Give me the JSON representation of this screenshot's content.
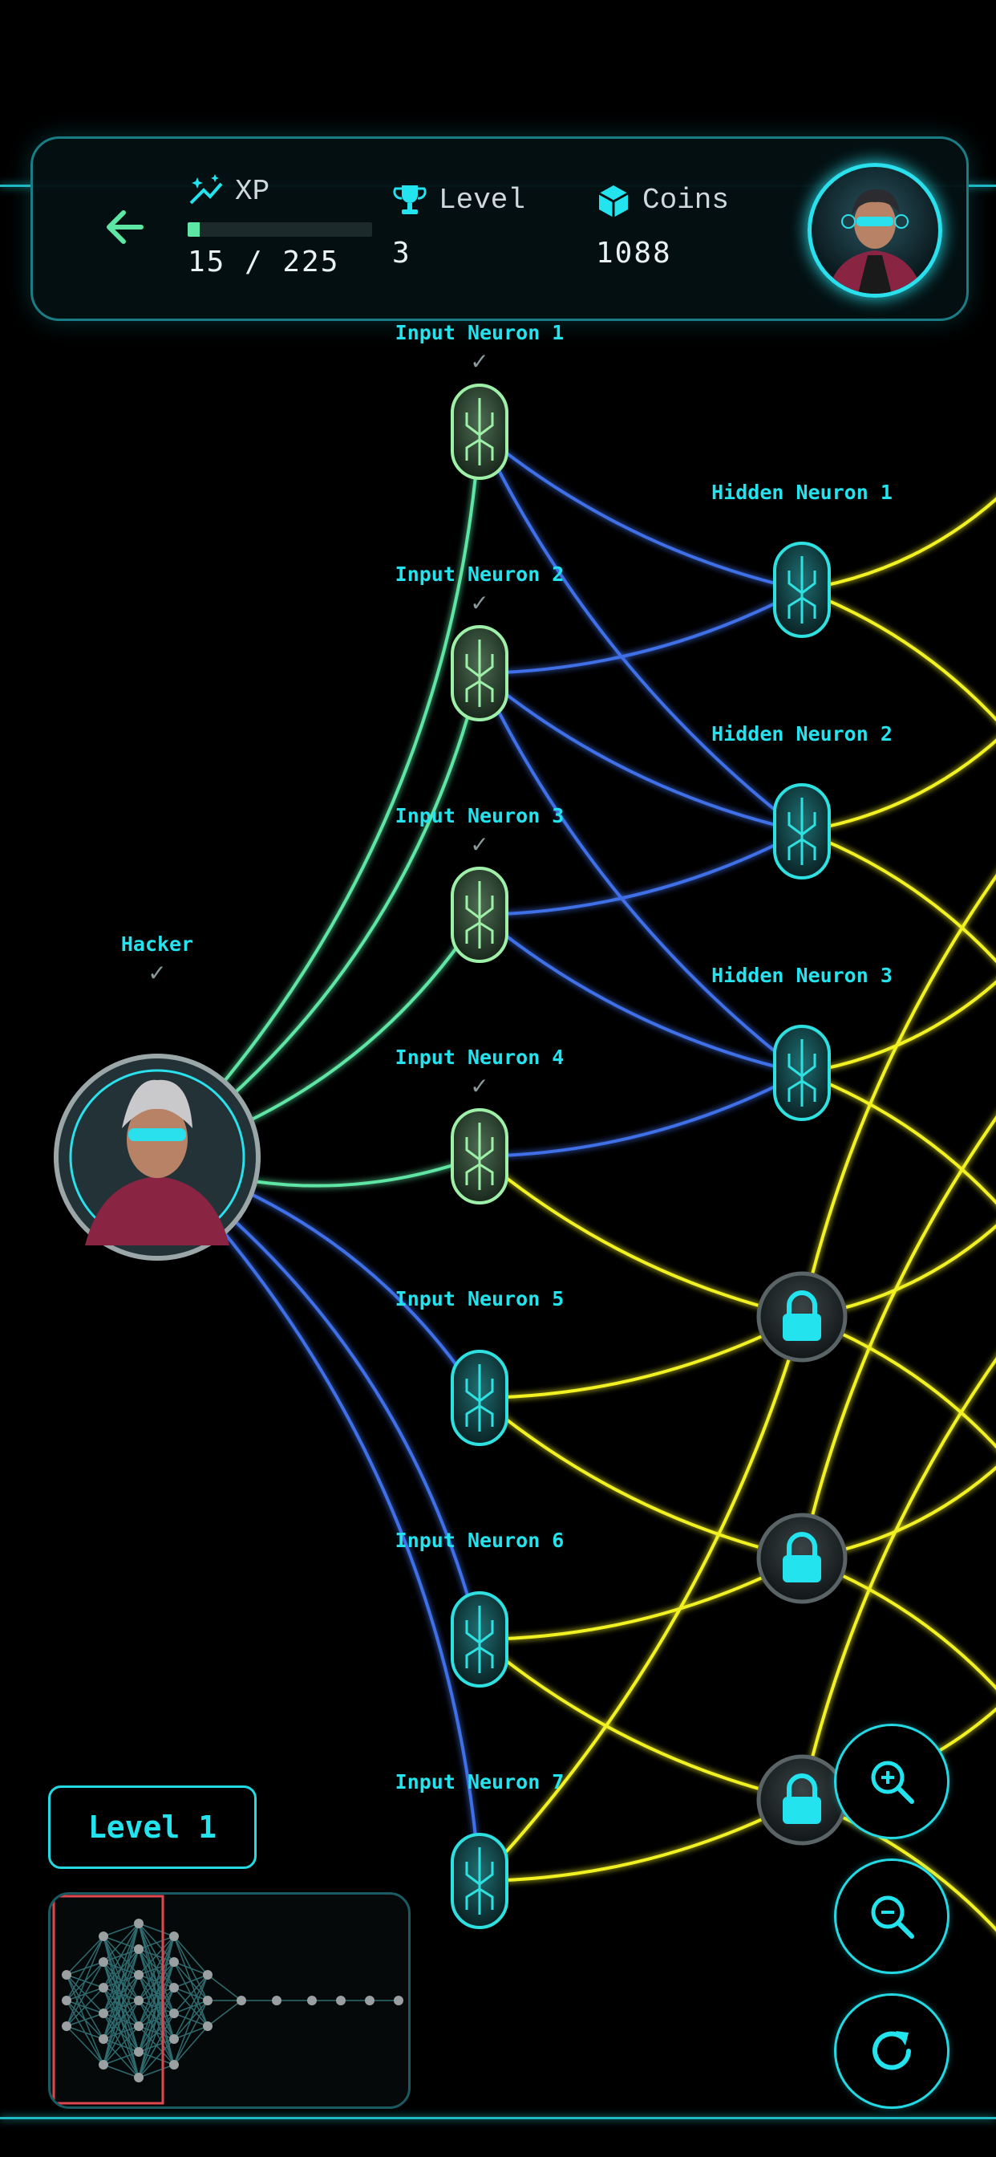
{
  "header": {
    "back_icon": "arrow-left-icon",
    "xp_label": "XP",
    "xp_value": "15 / 225",
    "xp_progress": 0.0667,
    "level_label": "Level",
    "level_value": "3",
    "coins_label": "Coins",
    "coins_value": "1088"
  },
  "nodes": {
    "hacker": "Hacker",
    "inputs": [
      "Input Neuron 1",
      "Input Neuron 2",
      "Input Neuron 3",
      "Input Neuron 4",
      "Input Neuron 5",
      "Input Neuron 6",
      "Input Neuron 7"
    ],
    "inputs_completed": [
      true,
      true,
      true,
      true,
      false,
      false,
      false
    ],
    "hidden": [
      "Hidden Neuron 1",
      "Hidden Neuron 2",
      "Hidden Neuron 3"
    ],
    "locked_count": 3
  },
  "controls": {
    "level_button": "Level 1",
    "zoom_in_icon": "zoom-in-icon",
    "zoom_out_icon": "zoom-out-icon",
    "reset_icon": "refresh-icon"
  },
  "colors": {
    "accent": "#22e3ee",
    "completed_link": "#5ee6a5",
    "active_link": "#3f6fe8",
    "locked_link": "#f2f222",
    "xp_fill": "#5ee6a5"
  }
}
